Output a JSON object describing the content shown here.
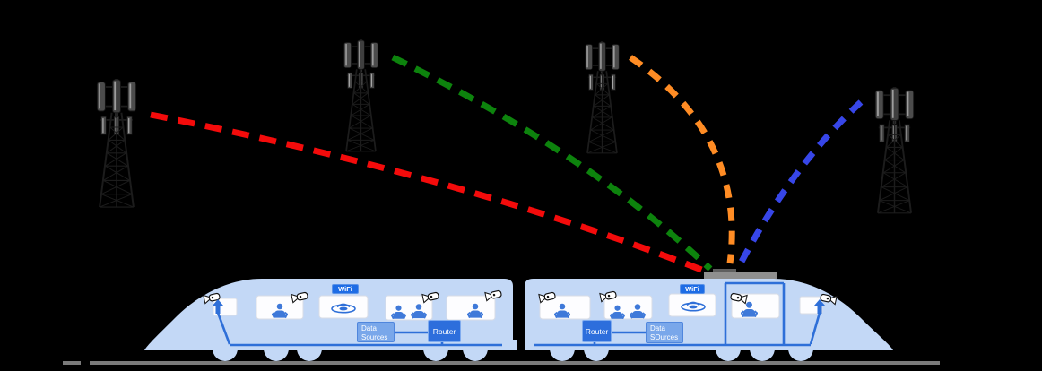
{
  "diagram": {
    "background_color": "#000000",
    "links": [
      {
        "name": "cellular-link-1",
        "style": "dashed",
        "color": "#f40b0b"
      },
      {
        "name": "cellular-link-2",
        "style": "dashed",
        "color": "#0d830d"
      },
      {
        "name": "cellular-link-3",
        "style": "dashed",
        "color": "#ff8c24"
      },
      {
        "name": "cellular-link-4",
        "style": "dashed",
        "color": "#3746e8"
      }
    ],
    "towers": [
      {
        "name": "cell-tower-1"
      },
      {
        "name": "cell-tower-2"
      },
      {
        "name": "cell-tower-3"
      },
      {
        "name": "cell-tower-4"
      }
    ],
    "train": {
      "body_color": "#c3d8f6",
      "accent_color": "#2e6fd8",
      "car1": {
        "wifi_badge": "WiFi",
        "data_sources_line1": "Data",
        "data_sources_line2": "Sources",
        "router_label": "Router"
      },
      "car2": {
        "wifi_badge": "WiFi",
        "router_label": "Router",
        "data_sources_line1": "Data",
        "data_sources_line2": "SOurces"
      }
    }
  }
}
